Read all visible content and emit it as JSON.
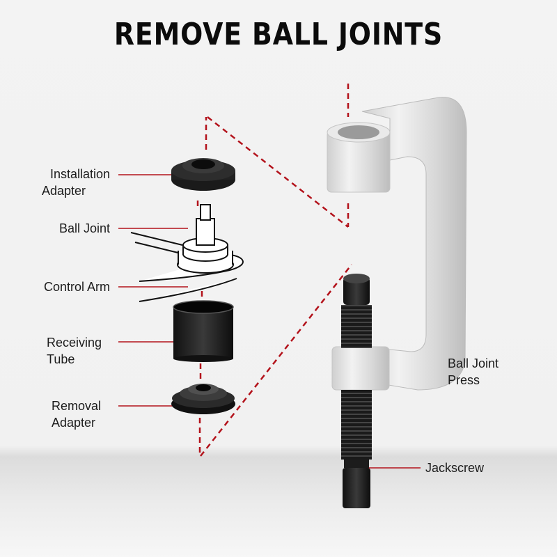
{
  "title": "REMOVE BALL JOINTS",
  "colors": {
    "accent": "#b3121b",
    "text": "#1c1c1c",
    "background": "#f2f2f2"
  },
  "labels": {
    "installation_adapter": {
      "line1": "Installation",
      "line2": "Adapter"
    },
    "ball_joint": "Ball Joint",
    "control_arm": "Control Arm",
    "receiving_tube": {
      "line1": "Receiving",
      "line2": "Tube"
    },
    "removal_adapter": {
      "line1": "Removal",
      "line2": "Adapter"
    },
    "ball_joint_press": {
      "line1": "Ball Joint",
      "line2": "Press"
    },
    "jackscrew": "Jackscrew"
  }
}
